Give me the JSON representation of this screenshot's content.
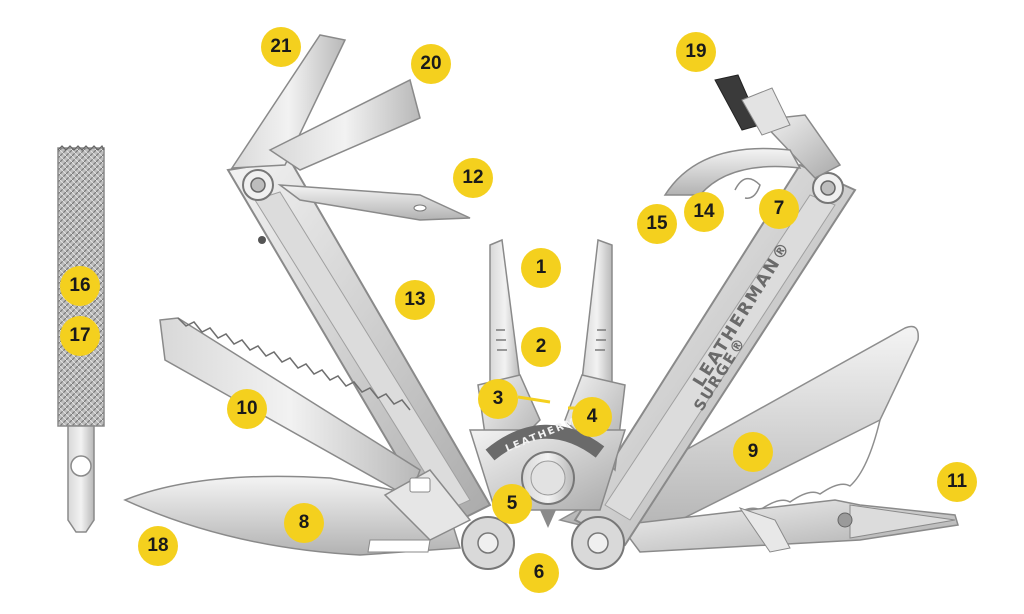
{
  "image": {
    "subject": "multi-tool with numbered callouts",
    "callouts": [
      "1",
      "2",
      "3",
      "4",
      "5",
      "6",
      "7",
      "8",
      "9",
      "10",
      "11",
      "12",
      "13",
      "14",
      "15",
      "16",
      "17",
      "18",
      "19",
      "20",
      "21"
    ],
    "engravings": {
      "handle_brand": "LEATHERMAN®",
      "handle_model": "SURGE®",
      "pivot_brand": "LEATHERMAN"
    },
    "colors": {
      "badge": "#f4d01e",
      "badge_text": "#1a1a1a",
      "steel_light": "#e4e4e4",
      "steel_mid": "#c4c4c4",
      "steel_dark": "#8c8c8c",
      "background": "#ffffff"
    }
  }
}
